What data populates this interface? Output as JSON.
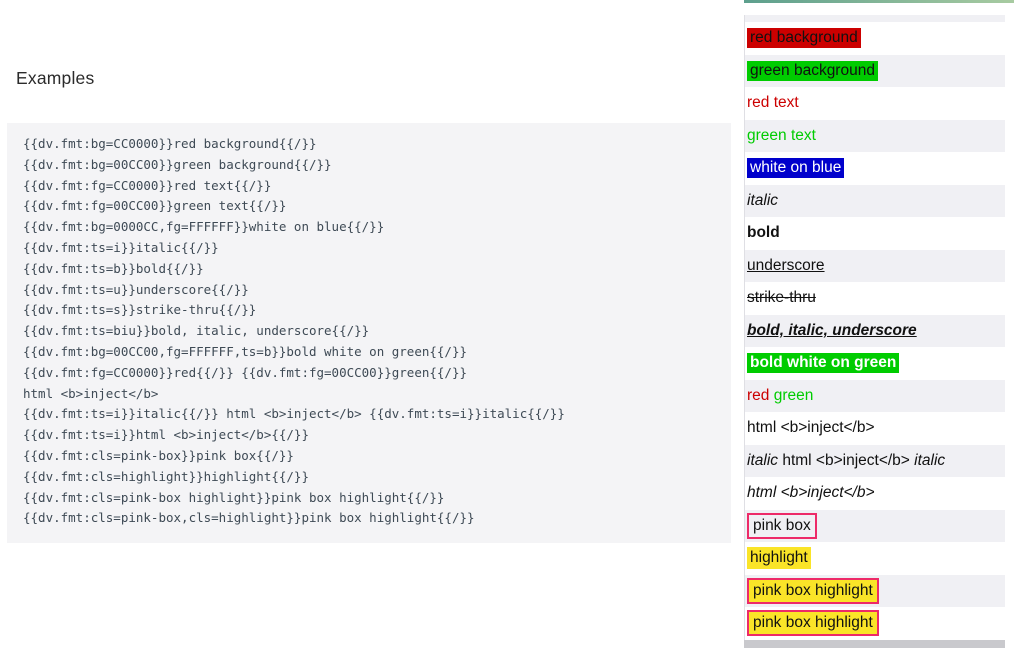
{
  "left": {
    "heading": "Examples",
    "code_lines": [
      "{{dv.fmt:bg=CC0000}}red background{{/}}",
      "{{dv.fmt:bg=00CC00}}green background{{/}}",
      "{{dv.fmt:fg=CC0000}}red text{{/}}",
      "{{dv.fmt:fg=00CC00}}green text{{/}}",
      "{{dv.fmt:bg=0000CC,fg=FFFFFF}}white on blue{{/}}",
      "{{dv.fmt:ts=i}}italic{{/}}",
      "{{dv.fmt:ts=b}}bold{{/}}",
      "{{dv.fmt:ts=u}}underscore{{/}}",
      "{{dv.fmt:ts=s}}strike-thru{{/}}",
      "{{dv.fmt:ts=biu}}bold, italic, underscore{{/}}",
      "{{dv.fmt:bg=00CC00,fg=FFFFFF,ts=b}}bold white on green{{/}}",
      "{{dv.fmt:fg=CC0000}}red{{/}} {{dv.fmt:fg=00CC00}}green{{/}}",
      "html <b>inject</b>",
      "{{dv.fmt:ts=i}}italic{{/}} html <b>inject</b> {{dv.fmt:ts=i}}italic{{/}}",
      "{{dv.fmt:ts=i}}html <b>inject</b>{{/}}",
      "{{dv.fmt:cls=pink-box}}pink box{{/}}",
      "{{dv.fmt:cls=highlight}}highlight{{/}}",
      "{{dv.fmt:cls=pink-box highlight}}pink box highlight{{/}}",
      "{{dv.fmt:cls=pink-box,cls=highlight}}pink box highlight{{/}}"
    ]
  },
  "preview": {
    "colors": {
      "stripe": "#f0f0f4",
      "accent_bar_left": "#5d9f8d",
      "accent_bar_right": "#a8cba1",
      "bottom_bar": "#c9c9cd",
      "pink_border": "#ed2a68",
      "highlight_yellow": "#fae428"
    },
    "rows": [
      {
        "name": "red-background",
        "segments": [
          {
            "text": "red background",
            "bg": "#CC0000"
          }
        ]
      },
      {
        "name": "green-background",
        "segments": [
          {
            "text": "green background",
            "bg": "#00CC00"
          }
        ]
      },
      {
        "name": "red-text",
        "segments": [
          {
            "text": "red text",
            "fg": "#CC0000"
          }
        ]
      },
      {
        "name": "green-text",
        "segments": [
          {
            "text": "green text",
            "fg": "#00CC00"
          }
        ]
      },
      {
        "name": "white-on-blue",
        "segments": [
          {
            "text": "white on blue",
            "bg": "#0000CC",
            "fg": "#FFFFFF"
          }
        ]
      },
      {
        "name": "italic",
        "segments": [
          {
            "text": "italic",
            "i": true
          }
        ]
      },
      {
        "name": "bold",
        "segments": [
          {
            "text": "bold",
            "b": true
          }
        ]
      },
      {
        "name": "underscore",
        "segments": [
          {
            "text": "underscore",
            "u": true
          }
        ]
      },
      {
        "name": "strike-thru",
        "segments": [
          {
            "text": "strike-thru",
            "s": true
          }
        ]
      },
      {
        "name": "bold-italic-underscore",
        "segments": [
          {
            "text": "bold, italic, underscore",
            "b": true,
            "i": true,
            "u": true
          }
        ]
      },
      {
        "name": "bold-white-on-green",
        "segments": [
          {
            "text": "bold white on green",
            "b": true,
            "fg": "#FFFFFF",
            "bg": "#00CC00"
          }
        ]
      },
      {
        "name": "red-green",
        "segments": [
          {
            "text": "red",
            "fg": "#CC0000"
          },
          {
            "text": " "
          },
          {
            "text": "green",
            "fg": "#00CC00"
          }
        ]
      },
      {
        "name": "html-inject-literal",
        "segments": [
          {
            "text": "html <b>inject</b>"
          }
        ]
      },
      {
        "name": "italic-html-inject-italic",
        "segments": [
          {
            "text": "italic",
            "i": true
          },
          {
            "text": " html <b>inject</b> "
          },
          {
            "text": "italic",
            "i": true
          }
        ]
      },
      {
        "name": "italic-html-inject",
        "segments": [
          {
            "text": "html <b>inject</b>",
            "i": true
          }
        ]
      },
      {
        "name": "pink-box",
        "segments": [
          {
            "text": "pink box",
            "cls": "pink-box"
          }
        ]
      },
      {
        "name": "highlight",
        "segments": [
          {
            "text": "highlight",
            "cls": "highlight"
          }
        ]
      },
      {
        "name": "pink-box-highlight-space",
        "segments": [
          {
            "text": "pink box highlight",
            "cls": "pink-box highlight"
          }
        ]
      },
      {
        "name": "pink-box-highlight-comma",
        "segments": [
          {
            "text": "pink box highlight",
            "cls": "pink-box highlight"
          }
        ]
      }
    ]
  }
}
